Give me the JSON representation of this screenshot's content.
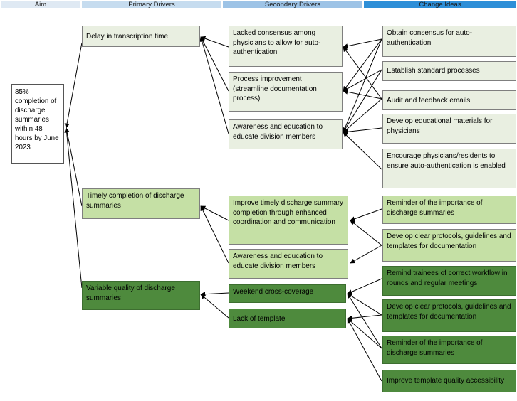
{
  "headers": {
    "aim": "Aim",
    "primary": "Primary Drivers",
    "secondary": "Secondary Drivers",
    "change": "Change Ideas"
  },
  "colors": {
    "header_aim": "#dfe9f3",
    "header_primary": "#c6dcef",
    "header_secondary": "#9dc3e6",
    "header_change": "#2e8fd8",
    "light_green": "#e9efe1",
    "mid_green": "#c5e0a5",
    "dark_green": "#4e8a3d"
  },
  "aim": {
    "text": "85% completion of discharge summaries within 48 hours by June 2023"
  },
  "primary_drivers": [
    "Delay in transcription time",
    "Timely completion of discharge summaries",
    "Variable quality of discharge summaries"
  ],
  "secondary_drivers": [
    "Lacked consensus among physicians to allow for auto-authentication",
    "Process improvement (streamline documentation process)",
    "Awareness and education to educate division members",
    "Improve timely discharge summary completion through enhanced coordination and communication",
    "Awareness and education to educate division members",
    "Weekend cross-coverage",
    "Lack of template"
  ],
  "change_ideas": [
    "Obtain consensus for auto-authentication",
    "Establish standard processes",
    "Audit and feedback emails",
    "Develop educational materials for physicians",
    "Encourage physicians/residents to ensure auto-authentication is enabled",
    "Reminder of the importance of discharge summaries",
    "Develop clear protocols, guidelines and templates for documentation",
    "Remind trainees of correct workflow in rounds and regular meetings",
    "Develop clear protocols, guidelines and templates for documentation",
    "Reminder of the importance of discharge summaries",
    "Improve template quality accessibility"
  ]
}
